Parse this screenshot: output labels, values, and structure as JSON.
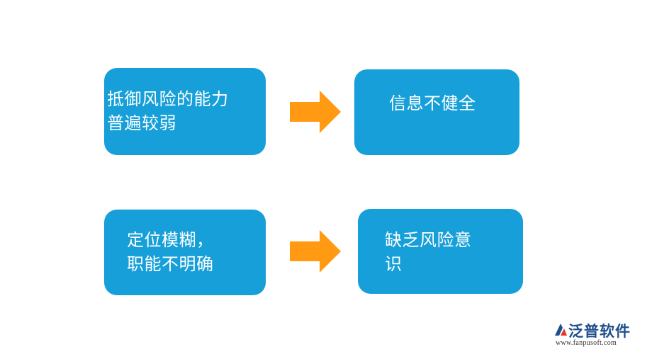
{
  "diagram": {
    "colors": {
      "box_fill": "#169fd8",
      "box_text": "#ffffff",
      "arrow_fill": "#ff9a12"
    },
    "rows": [
      {
        "cause": "抵御风险的能力\n普遍较弱",
        "effect": "信息不健全"
      },
      {
        "cause": "定位模糊，\n职能不明确",
        "effect": "缺乏风险意\n识"
      }
    ]
  },
  "watermark": {
    "name": "泛普软件",
    "url": "www.fanpusoft.com",
    "colors": {
      "name": "#1f4f8c",
      "url": "#333333",
      "mark_blue": "#1f4f8c",
      "mark_red": "#e23a2a"
    }
  }
}
